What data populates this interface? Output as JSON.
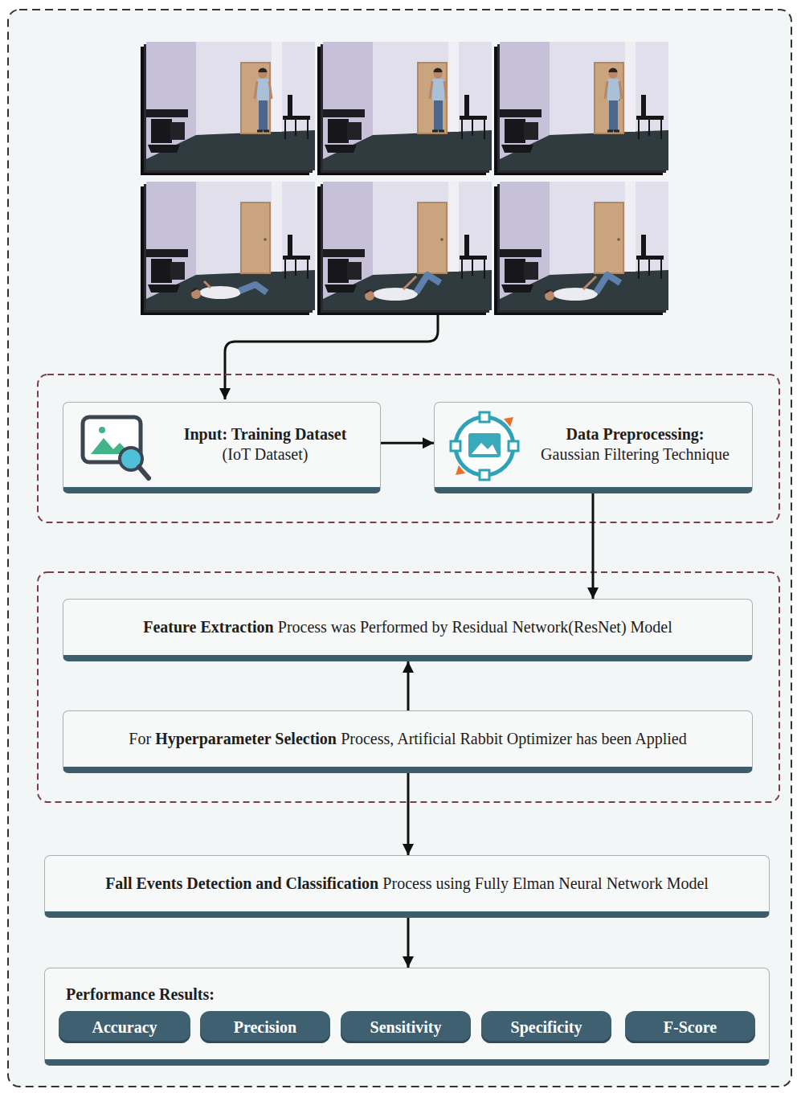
{
  "diagram": {
    "nodes": [
      {
        "text": [
          "Input: Training Dataset",
          "(IoT Dataset)"
        ]
      },
      {
        "text": [
          "Data Preprocessing:",
          "Gaussian Filtering Technique"
        ]
      },
      {
        "text": [
          "Feature Extraction",
          "Process was Performed by Residual Network(ResNet) Model"
        ]
      },
      {
        "text": [
          "For",
          "Hyperparameter Selection",
          "Process, Artificial Rabbit Optimizer has been Applied"
        ]
      },
      {
        "text": [
          "Fall Events Detection and Classification",
          "Process using Fully Elman Neural Network Model"
        ]
      },
      {
        "text": [
          "Performance Results:"
        ]
      },
      {
        "text": [
          "Accuracy"
        ],
        "in": 5
      },
      {
        "text": [
          "Precision"
        ],
        "in": 5
      },
      {
        "text": [
          "Sensitivity"
        ],
        "in": 5
      },
      {
        "text": [
          "Specificity"
        ],
        "in": 5
      },
      {
        "text": [
          "F-Score"
        ],
        "in": 5
      }
    ],
    "edges": [
      {
        "from": 0,
        "to": 1,
        "arrow": "to"
      },
      {
        "from": 1,
        "to": 2,
        "arrow": "to"
      },
      {
        "from": 3,
        "to": 2,
        "arrow": "to"
      },
      {
        "from": 3,
        "to": 4,
        "arrow": "to"
      },
      {
        "from": 4,
        "to": 5,
        "arrow": "to"
      }
    ]
  }
}
